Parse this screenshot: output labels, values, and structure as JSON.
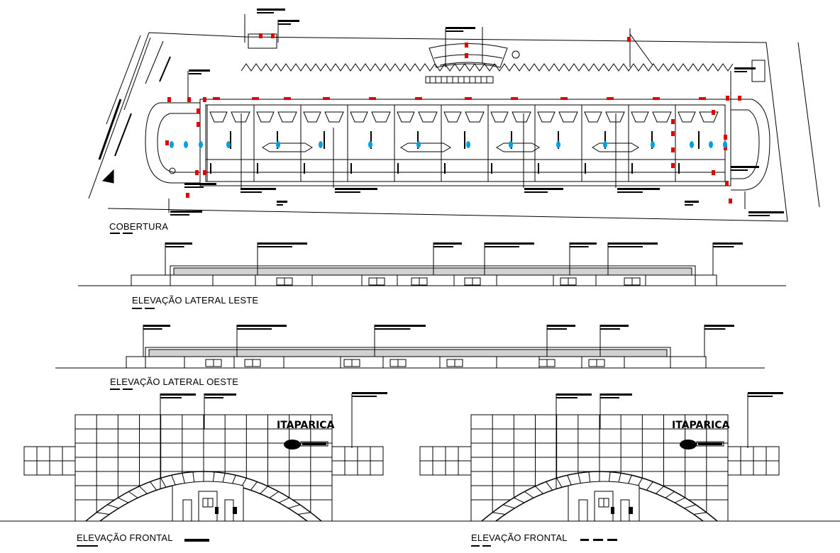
{
  "labels": {
    "cobertura": "COBERTURA",
    "leste": "ELEVAÇÃO LATERAL LESTE",
    "oeste": "ELEVAÇÃO LATERAL OESTE",
    "frontal_left": "ELEVAÇÃO FRONTAL",
    "frontal_right": "ELEVAÇÃO FRONTAL"
  },
  "signage": {
    "brand_left": "ITAPARICA",
    "brand_right": "ITAPARICA"
  },
  "colors": {
    "line": "#000000",
    "annotation": "#e00000",
    "fixture": "#00a0e0"
  }
}
